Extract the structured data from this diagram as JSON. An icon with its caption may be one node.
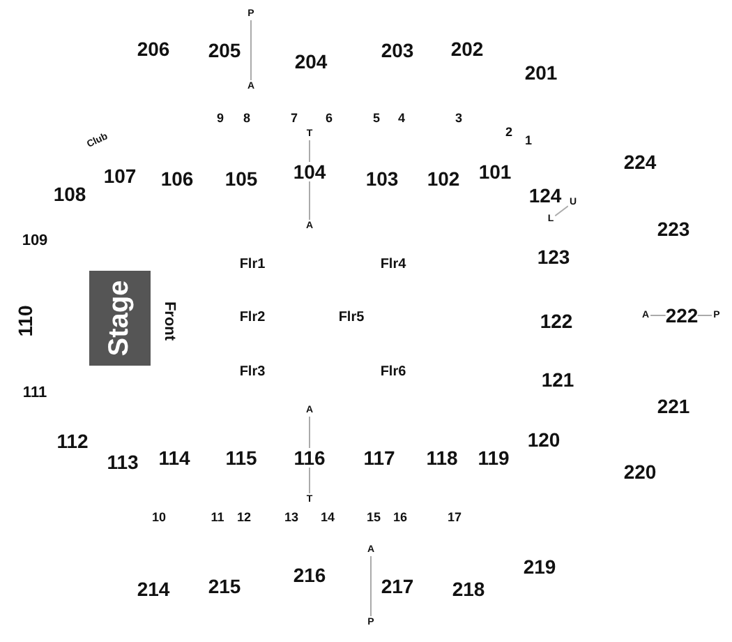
{
  "diagram": {
    "nodes": [
      {
        "text": [
          "Stage"
        ]
      },
      {
        "text": [
          "P"
        ]
      },
      {
        "text": [
          "A"
        ]
      },
      {
        "text": [
          "T"
        ]
      },
      {
        "text": [
          "A"
        ]
      },
      {
        "text": [
          "L"
        ]
      },
      {
        "text": [
          "U"
        ]
      },
      {
        "text": [
          "A"
        ]
      },
      {
        "text": [
          "P"
        ]
      },
      {
        "text": [
          "A"
        ]
      },
      {
        "text": [
          "T"
        ]
      },
      {
        "text": [
          "A"
        ]
      },
      {
        "text": [
          "P"
        ]
      }
    ],
    "edges": [
      {
        "from": 1,
        "to": 2,
        "arrow": "none"
      },
      {
        "from": 3,
        "to": 4,
        "arrow": "none"
      },
      {
        "from": 5,
        "to": 6,
        "arrow": "none"
      },
      {
        "from": 7,
        "to": 8,
        "arrow": "none"
      },
      {
        "from": 9,
        "to": 10,
        "arrow": "none"
      },
      {
        "from": 11,
        "to": 12,
        "arrow": "none"
      }
    ],
    "labels": [
      "206",
      "205",
      "204",
      "203",
      "202",
      "201",
      "9",
      "8",
      "7",
      "6",
      "5",
      "4",
      "3",
      "2",
      "1",
      "Club",
      "107",
      "106",
      "105",
      "104",
      "103",
      "102",
      "101",
      "224",
      "108",
      "124",
      "223",
      "109",
      "Flr1",
      "Flr4",
      "123",
      "110",
      "Front",
      "Flr2",
      "Flr5",
      "122",
      "222",
      "Flr3",
      "Flr6",
      "121",
      "111",
      "221",
      "112",
      "120",
      "113",
      "114",
      "115",
      "116",
      "117",
      "118",
      "119",
      "220",
      "10",
      "11",
      "12",
      "13",
      "14",
      "15",
      "16",
      "17",
      "214",
      "215",
      "216",
      "217",
      "218",
      "219"
    ]
  }
}
